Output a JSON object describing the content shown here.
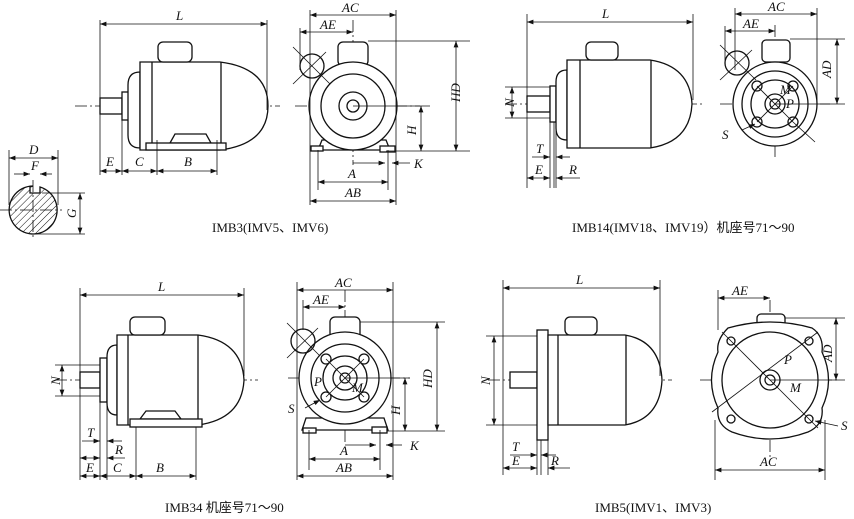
{
  "panels": [
    {
      "caption": "IMB3(IMV5、IMV6)",
      "labels": {
        "L": "L",
        "AC": "AC",
        "AE": "AE",
        "HD": "HD",
        "H": "H",
        "K": "K",
        "A": "A",
        "AB": "AB",
        "E": "E",
        "C": "C",
        "B": "B",
        "D": "D",
        "F": "F",
        "G": "G"
      }
    },
    {
      "caption": "IMB14(IMV18、IMV19）机座号71～90",
      "labels": {
        "L": "L",
        "AC": "AC",
        "AE": "AE",
        "AD": "AD",
        "N": "N",
        "M": "M",
        "P": "P",
        "S": "S",
        "T": "T",
        "E": "E",
        "R": "R"
      }
    },
    {
      "caption": "IMB34 机座号71～90",
      "labels": {
        "L": "L",
        "AC": "AC",
        "AE": "AE",
        "HD": "HD",
        "H": "H",
        "K": "K",
        "A": "A",
        "AB": "AB",
        "N": "N",
        "T": "T",
        "R": "R",
        "E": "E",
        "C": "C",
        "B": "B",
        "P": "P",
        "M": "M",
        "S": "S"
      }
    },
    {
      "caption": "IMB5(IMV1、IMV3)",
      "labels": {
        "L": "L",
        "AE": "AE",
        "AD": "AD",
        "N": "N",
        "P": "P",
        "M": "M",
        "S": "S",
        "T": "T",
        "E": "E",
        "R": "R",
        "AC": "AC"
      }
    }
  ]
}
